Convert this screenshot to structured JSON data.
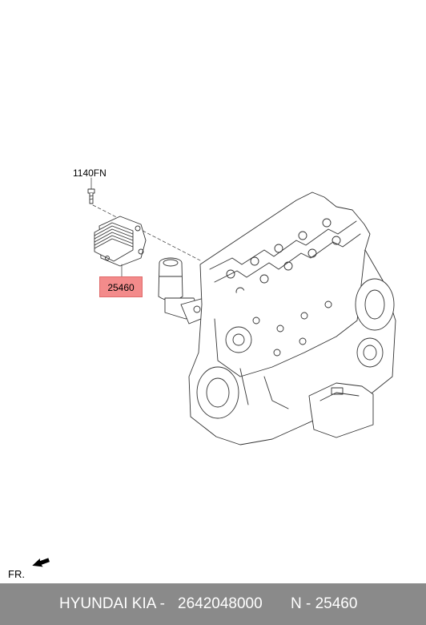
{
  "callouts": {
    "bolt": "1140FN",
    "oil_cooler": "25460"
  },
  "direction": {
    "label": "FR."
  },
  "footer": {
    "brand": "HYUNDAI  KIA -",
    "part_number": "2642048000",
    "reference": "N - 25460"
  },
  "colors": {
    "highlight": "#f38b8b",
    "footer_bg": "#8a8a8a",
    "line": "#333333"
  }
}
